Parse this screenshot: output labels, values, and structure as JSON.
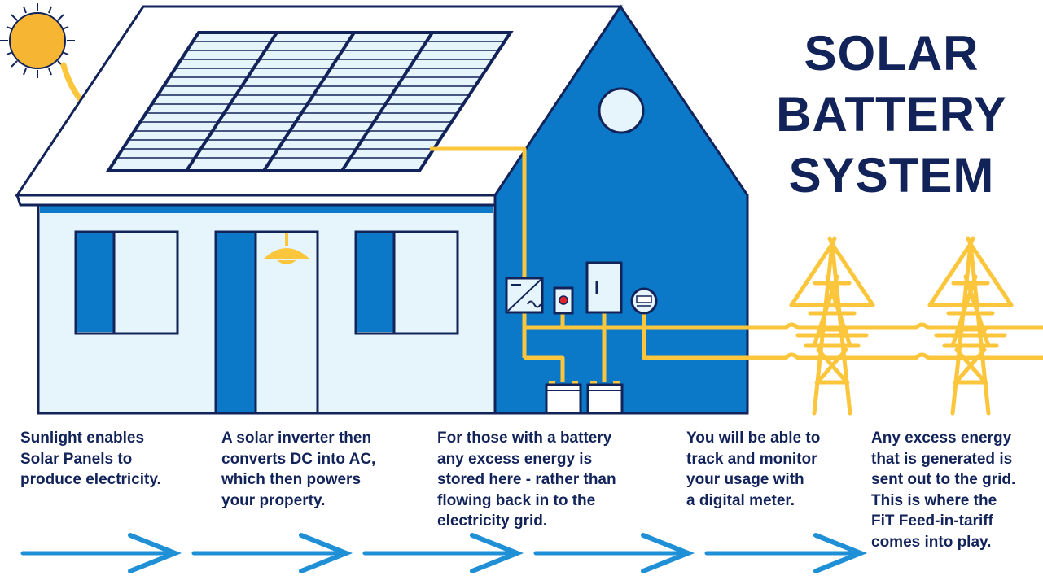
{
  "title": {
    "line1": "SOLAR",
    "line2": "BATTERY",
    "line3": "SYSTEM"
  },
  "steps": [
    {
      "lines": [
        "Sunlight enables",
        "Solar Panels to",
        "produce electricity."
      ]
    },
    {
      "lines": [
        "A solar inverter then",
        "converts DC into AC,",
        "which then powers",
        "your property."
      ]
    },
    {
      "lines": [
        "For those with a battery",
        "any excess energy is",
        "stored here - rather than",
        "flowing back in to the",
        "electricity grid."
      ]
    },
    {
      "lines": [
        "You will be able to",
        "track and monitor",
        "your usage with",
        "a digital meter."
      ]
    },
    {
      "lines": [
        "Any excess energy",
        "that is generated is",
        "sent out to the grid.",
        "This is where the",
        "FiT Feed-in-tariff",
        "comes into play."
      ]
    }
  ],
  "colors": {
    "navy": "#12235a",
    "blue": "#0b78c8",
    "light_blue": "#e6f4fc",
    "yellow": "#fcc63c",
    "sun": "#f6b634",
    "arrow_blue": "#1f8fd6"
  },
  "icons": [
    "sun-icon",
    "solar-panel-icon",
    "inverter-icon",
    "switch-icon",
    "consumer-unit-icon",
    "digital-meter-icon",
    "battery-icon",
    "pylon-icon",
    "ceiling-lamp-icon",
    "flow-arrow-icon"
  ]
}
